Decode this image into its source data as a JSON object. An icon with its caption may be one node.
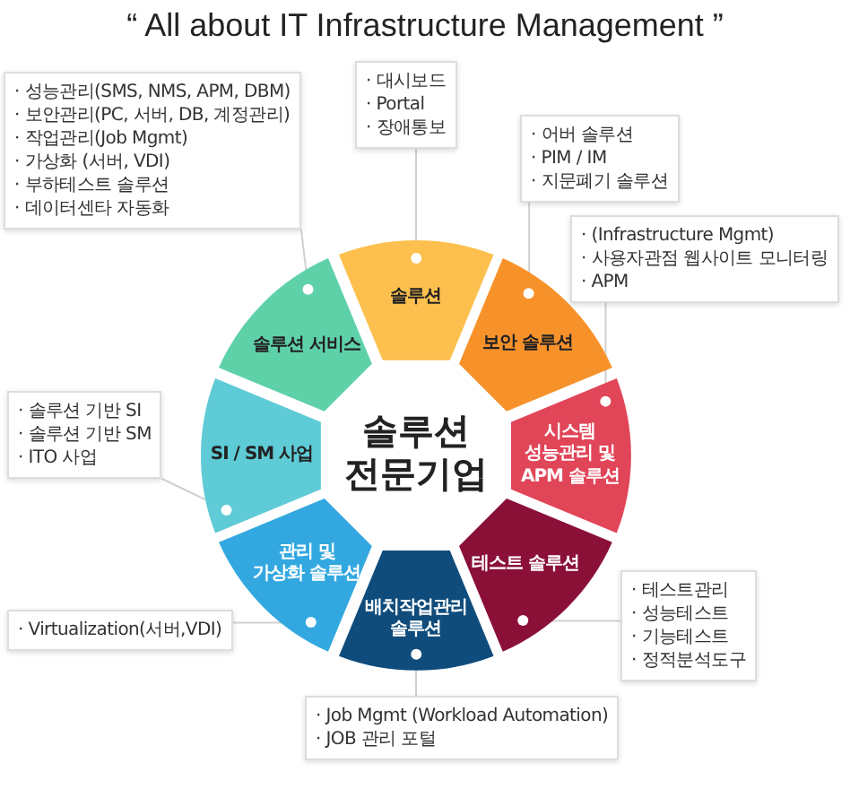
{
  "diagram": {
    "title": "“ All about IT Infrastructure Management ”",
    "nodes": [
      {
        "text": [
          "솔루션"
        ]
      },
      {
        "text": [
          "보안 솔루션"
        ]
      },
      {
        "text": [
          "시스템 성능관리 및 APM 솔루션"
        ]
      },
      {
        "text": [
          "테스트 솔루션"
        ]
      },
      {
        "text": [
          "배치작업관리 솔루션"
        ]
      },
      {
        "text": [
          "관리 및 가상화 솔루션"
        ]
      },
      {
        "text": [
          "SI / SM 사업"
        ]
      },
      {
        "text": [
          "솔루션 서비스"
        ]
      },
      {
        "text": [
          "솔루션 전문기업"
        ]
      },
      {
        "text": [
          "· 대시보드",
          "· Portal",
          "· 장애통보"
        ]
      },
      {
        "text": [
          "· 어버 솔루션",
          "· PIM / IM",
          "· 지문폐기 솔루션"
        ]
      },
      {
        "text": [
          "· (Infrastructure Mgmt)",
          "· 사용자관점 웹사이트 모니터링",
          "· APM"
        ]
      },
      {
        "text": [
          "· 테스트관리",
          "· 성능테스트",
          "· 기능테스트",
          "· 정적분석도구"
        ]
      },
      {
        "text": [
          "· Job Mgmt (Workload Automation)",
          "· JOB 관리 포털"
        ]
      },
      {
        "text": [
          "· Virtualization(서버,VDI)"
        ]
      },
      {
        "text": [
          "· 솔루션 기반 SI",
          "· 솔루션 기반 SM",
          "· ITO 사업"
        ]
      },
      {
        "text": [
          "· 성능관리(SMS, NMS, APM, DBM)",
          "· 보안관리(PC, 서버, DB, 계정관리)",
          "· 작업관리(Job Mgmt)",
          "· 가상화 (서버, VDI)",
          "· 부하테스트 솔루션",
          "· 데이터센타 자동화"
        ]
      }
    ],
    "edges": [
      {
        "from": 9,
        "to": 0,
        "arrow": "none"
      },
      {
        "from": 10,
        "to": 1,
        "arrow": "none"
      },
      {
        "from": 11,
        "to": 2,
        "arrow": "none"
      },
      {
        "from": 12,
        "to": 3,
        "arrow": "none"
      },
      {
        "from": 13,
        "to": 4,
        "arrow": "none"
      },
      {
        "from": 14,
        "to": 5,
        "arrow": "none"
      },
      {
        "from": 15,
        "to": 6,
        "arrow": "none"
      },
      {
        "from": 16,
        "to": 7,
        "arrow": "none"
      }
    ]
  }
}
